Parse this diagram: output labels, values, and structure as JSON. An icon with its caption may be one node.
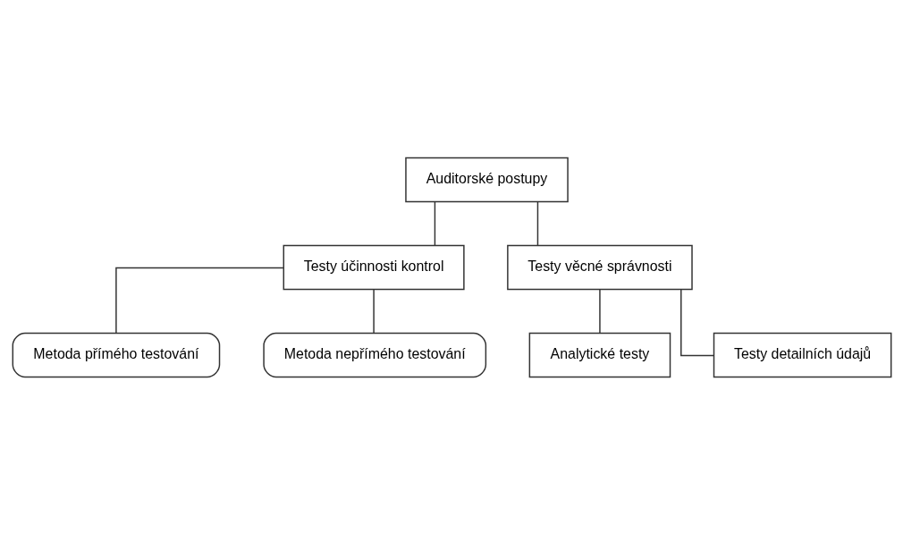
{
  "diagram": {
    "nodes": [
      {
        "text": [
          "Auditorské postupy"
        ]
      },
      {
        "text": [
          "Testy účinnosti kontrol"
        ]
      },
      {
        "text": [
          "Testy věcné správnosti"
        ]
      },
      {
        "text": [
          "Metoda přímého testování"
        ]
      },
      {
        "text": [
          "Metoda nepřímého testování"
        ]
      },
      {
        "text": [
          "Analytické testy"
        ]
      },
      {
        "text": [
          "Testy detailních údajů"
        ]
      }
    ],
    "edges": [
      {
        "from": 0,
        "to": 1,
        "arrow": "none"
      },
      {
        "from": 0,
        "to": 2,
        "arrow": "none"
      },
      {
        "from": 1,
        "to": 3,
        "arrow": "none"
      },
      {
        "from": 1,
        "to": 4,
        "arrow": "none"
      },
      {
        "from": 2,
        "to": 5,
        "arrow": "none"
      },
      {
        "from": 2,
        "to": 6,
        "arrow": "none"
      }
    ]
  }
}
